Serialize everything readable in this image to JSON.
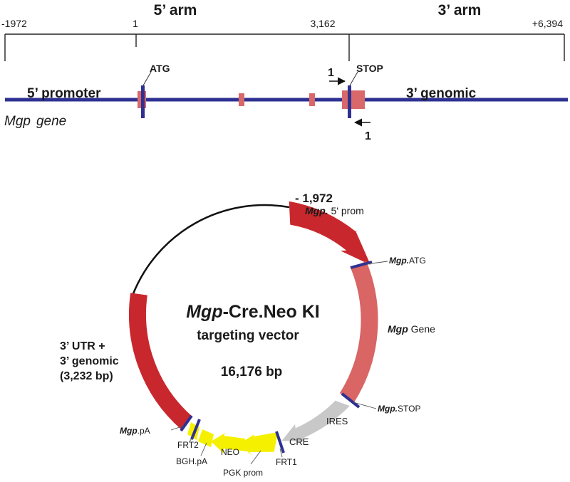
{
  "top_map": {
    "arm_5_label": "5’ arm",
    "arm_3_label": "3’ arm",
    "coord_start": "-1972",
    "coord_one": "1",
    "coord_mid": "3,162",
    "coord_end": "+6,394",
    "atg_label": "ATG",
    "stop_label": "STOP",
    "primer_fwd_label": "1",
    "primer_rev_label": "1",
    "promoter_label": "5’ promoter",
    "genomic_label": "3’ genomic",
    "gene_name": "Mgp",
    "gene_word": "gene"
  },
  "vector": {
    "title_italic": "Mgp",
    "title_rest": "-Cre.Neo KI",
    "subtitle": "targeting vector",
    "size": "16,176  bp",
    "start_coord": "- 1,972",
    "prom_italic": "Mgp.",
    "prom_rest": " 5' prom",
    "atg_italic": "Mgp.",
    "atg_rest": "ATG",
    "gene_italic": "Mgp",
    "gene_rest": " Gene",
    "stop_italic": "Mgp.",
    "stop_rest": "STOP",
    "ires": "IRES",
    "cre": "CRE",
    "frt1": "FRT1",
    "pgk": "PGK prom",
    "neo": "NEO",
    "bgh": "BGH.pA",
    "frt2": "FRT2",
    "pa_italic": "Mgp",
    "pa_rest": ".pA",
    "utr_line1": "3’ UTR +",
    "utr_line2": "3’ genomic",
    "utr_line3": "(3,232 bp)"
  },
  "colors": {
    "line_blue": "#2e3192",
    "exon_red": "#d9686a",
    "arrow_red": "#c8282d",
    "gene_pink": "#d96565",
    "ires_gray": "#c8c8c8",
    "neo_yellow": "#f5f000"
  }
}
